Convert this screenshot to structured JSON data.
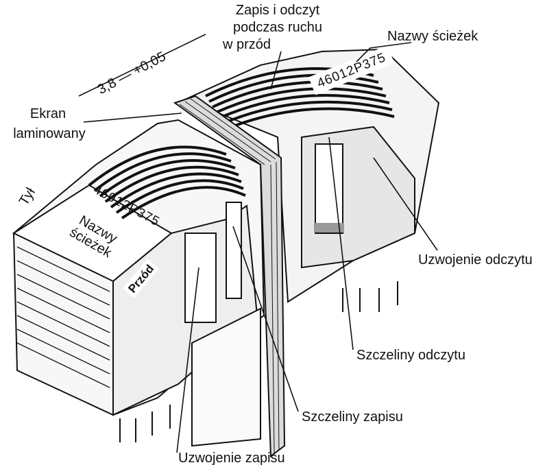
{
  "labels": {
    "top_line1": "Zapis i odczyt",
    "top_line2": "podczas ruchu",
    "top_line3": "w przód",
    "track_names_top": "Nazwy ścieżek",
    "screen_line1": "Ekran",
    "screen_line2": "laminowany",
    "dimension": "3,8 — +0,05",
    "back": "Tył",
    "code_left": "46012P375",
    "code_right": "46012P375",
    "track_names_left_line1": "Nazwy",
    "track_names_left_line2": "ścieżek",
    "front": "Przód",
    "read_winding": "Uzwojenie odczytu",
    "read_gaps": "Szczeliny odczytu",
    "write_gaps": "Szczeliny zapisu",
    "write_winding": "Uzwojenie zapisu"
  }
}
